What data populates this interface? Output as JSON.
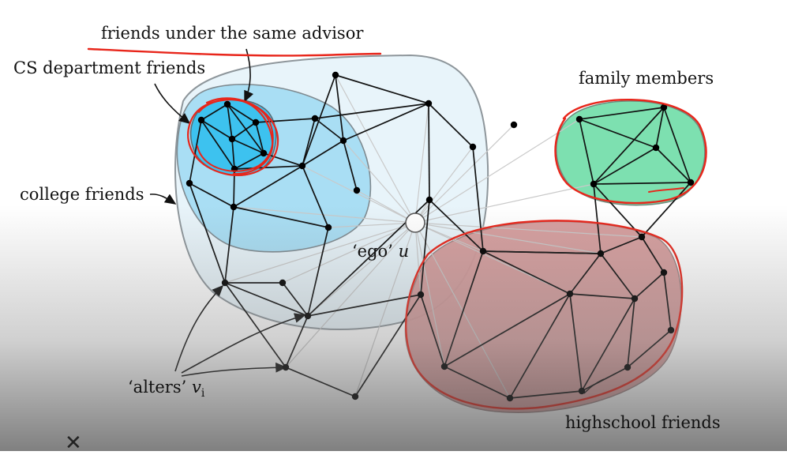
{
  "labels": {
    "advisor": "friends under the same advisor",
    "cs_department": "CS department friends",
    "family": "family members",
    "college": "college friends",
    "ego_word": "‘ego’",
    "ego_symbol": "u",
    "alters_word": "‘alters’",
    "alters_symbol": "v",
    "alters_subscript": "i",
    "highschool": "highschool friends"
  },
  "controls": {
    "close_glyph": "✕"
  },
  "colors": {
    "college_fill": "#e6f3fa",
    "cs_fill": "#9ed9f2",
    "advisor_fill": "#3dc2ef",
    "family_fill": "#7de0b0",
    "highschool_fill": "#d49a9a",
    "annotation_red": "#e8261b",
    "edge": "#111111",
    "ego_spoke": "#c9c9c9"
  }
}
